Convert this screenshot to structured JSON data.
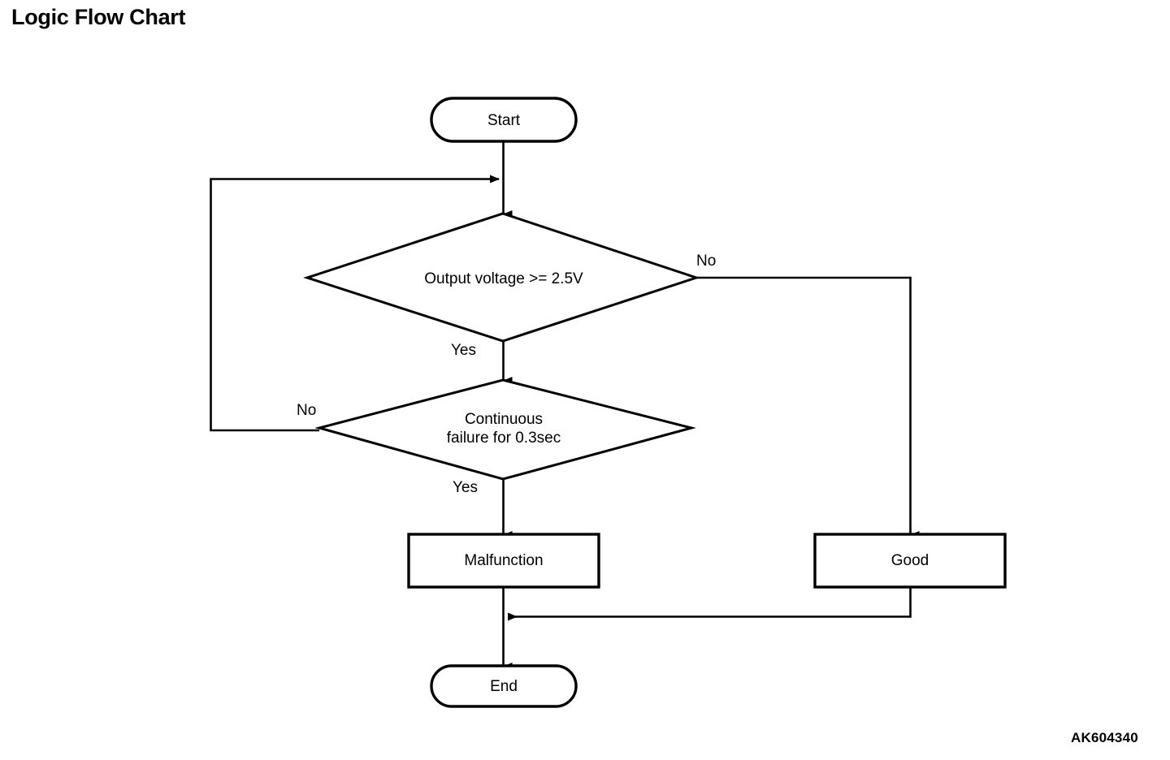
{
  "page": {
    "title": "Logic Flow Chart",
    "reference_code": "AK604340",
    "background_color": "#ffffff",
    "line_color": "#000000"
  },
  "diagram": {
    "type": "flowchart",
    "nodes": [
      {
        "id": "start",
        "shape": "terminator",
        "label": "Start"
      },
      {
        "id": "decision1",
        "shape": "decision",
        "label": "Output voltage >= 2.5V"
      },
      {
        "id": "decision2",
        "shape": "decision",
        "label_line1": "Continuous",
        "label_line2": "failure for 0.3sec"
      },
      {
        "id": "malfunction",
        "shape": "process",
        "label": "Malfunction"
      },
      {
        "id": "good",
        "shape": "process",
        "label": "Good"
      },
      {
        "id": "end",
        "shape": "terminator",
        "label": "End"
      }
    ],
    "edges": [
      {
        "from": "start",
        "to": "decision1",
        "label": ""
      },
      {
        "from": "decision1",
        "to": "decision2",
        "label": "Yes"
      },
      {
        "from": "decision1",
        "to": "good",
        "label": "No"
      },
      {
        "from": "decision2",
        "to": "malfunction",
        "label": "Yes"
      },
      {
        "from": "decision2",
        "to": "decision1",
        "label": "No"
      },
      {
        "from": "malfunction",
        "to": "end",
        "label": ""
      },
      {
        "from": "good",
        "to": "end",
        "label": ""
      }
    ],
    "edge_labels": {
      "decision1_yes": "Yes",
      "decision1_no": "No",
      "decision2_yes": "Yes",
      "decision2_no": "No"
    }
  }
}
